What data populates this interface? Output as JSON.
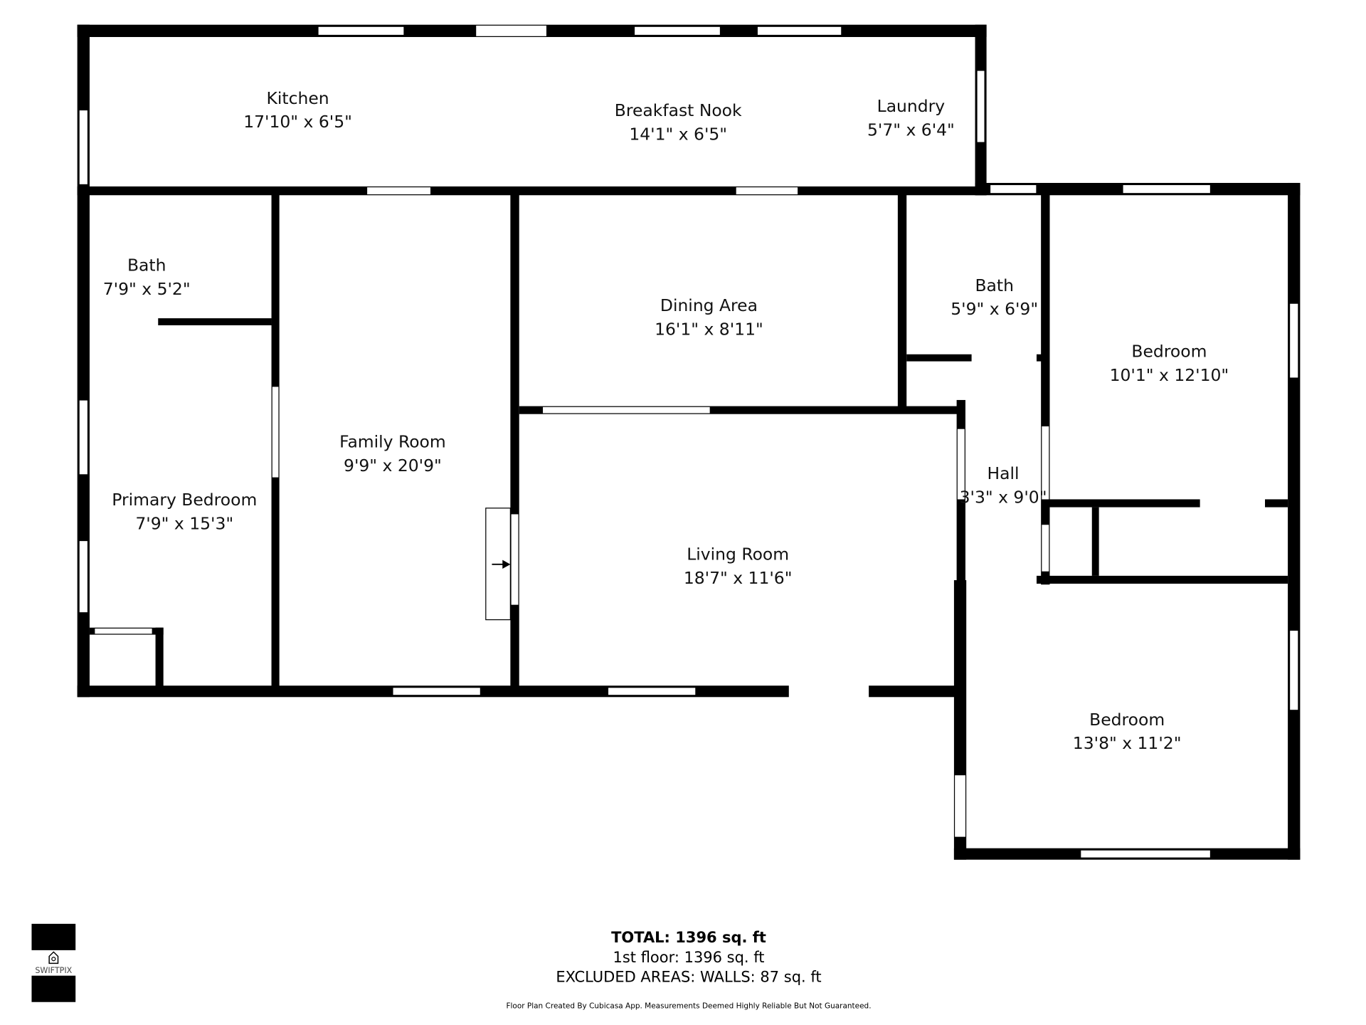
{
  "rooms": [
    {
      "name": "Kitchen",
      "size": "17'10\" x 6'5\""
    },
    {
      "name": "Breakfast Nook",
      "size": "14'1\" x 6'5\""
    },
    {
      "name": "Laundry",
      "size": "5'7\" x 6'4\""
    },
    {
      "name": "Bath",
      "size": "7'9\" x 5'2\""
    },
    {
      "name": "Family Room",
      "size": "9'9\" x 20'9\""
    },
    {
      "name": "Dining Area",
      "size": "16'1\" x 8'11\""
    },
    {
      "name": "Bath",
      "size": "5'9\" x 6'9\""
    },
    {
      "name": "Bedroom",
      "size": "10'1\" x 12'10\""
    },
    {
      "name": "Hall",
      "size": "3'3\" x 9'0\""
    },
    {
      "name": "Primary Bedroom",
      "size": "7'9\" x 15'3\""
    },
    {
      "name": "Living Room",
      "size": "18'7\" x 11'6\""
    },
    {
      "name": "Bedroom",
      "size": "13'8\" x 11'2\""
    }
  ],
  "summary": {
    "total": "TOTAL: 1396 sq. ft",
    "floor": "1st floor: 1396 sq. ft",
    "excluded": "EXCLUDED AREAS: WALLS: 87 sq. ft",
    "disclaimer": "Floor Plan Created By Cubicasa App. Measurements Deemed Highly Reliable But Not Guaranteed."
  },
  "logo": {
    "text": "SWIFTPIX",
    "icon": "house-camera-icon"
  },
  "colors": {
    "wall": "#000000",
    "background": "#ffffff"
  }
}
